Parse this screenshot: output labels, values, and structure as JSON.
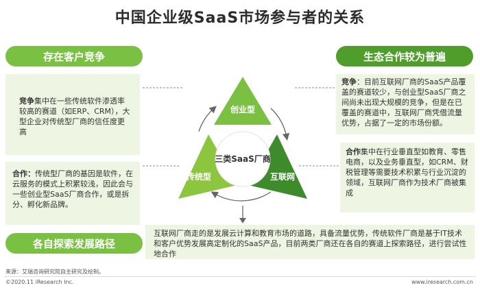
{
  "title": "中国企业级SaaS市场参与者的关系",
  "left_header": "存在客户竞争",
  "right_header": "生态合作较为普遍",
  "bottom_header": "各自探索发展路径",
  "left_box1": {
    "lead": "竞争",
    "text": "集中在一些传统软件渗透率较高的赛道（如ERP、CRM），大型企业对传统型厂商的信任度更高"
  },
  "left_box2": {
    "lead": "合作：",
    "text": "传统型厂商的基因是软件，在云服务的模式上积累较浅，因此会与一些创业型SaaS厂商合作，或是拆分、孵化新品牌。"
  },
  "right_box1": {
    "lead": "竞争",
    "text": "：目前互联网厂商的SaaS产品覆盖的赛道较少，与创业型SaaS厂商之间尚未出现大规模的竞争，但是在已覆盖的赛道中，互联网厂商凭借流量优势，占据了一定的市场份额。"
  },
  "right_box2": {
    "lead": "合作",
    "text": "集中在行业垂直型如教育、零售电商，以及业务垂直型，如CRM、财税管理等需要技术积累与行业沉淀的领域，互联网厂商作为技术厂商被集成"
  },
  "bottom_text": "互联网厂商走的是发展云计算和教育市场的道路，具备流量优势，传统软件厂商是基于IT技术和客户优势发展高定制化的SaaS产品，目前两类厂商还在各自的赛道上探索路径，进行尝试性地合作",
  "diagram": {
    "center": "三类SaaS厂商",
    "top": "创业型",
    "left": "传统型",
    "right": "互联网",
    "colors": {
      "top": "#7ac143",
      "left": "#8cc63f",
      "right": "#3d8b2a"
    }
  },
  "footer": {
    "source": "来源：艾瑞咨询研究院自主研究及绘制。",
    "copyright": "©2020.11 iResearch Inc.",
    "website": "www.iresearch.com.cn"
  }
}
